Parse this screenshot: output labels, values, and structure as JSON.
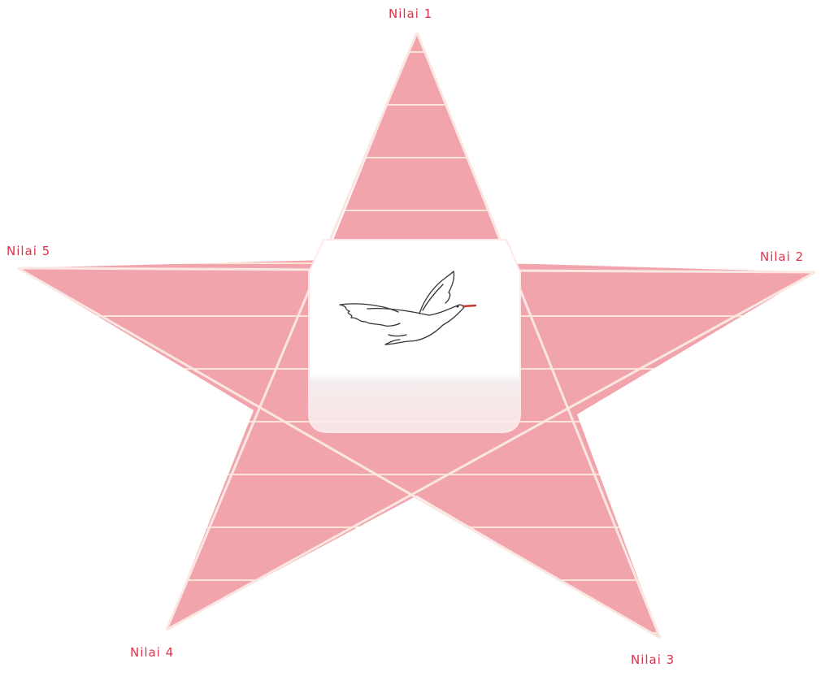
{
  "labels": {
    "v1": "Nilai 1",
    "v2": "Nilai 2",
    "v3": "Nilai 3",
    "v4": "Nilai 4",
    "v5": "Nilai 5"
  },
  "colors": {
    "star_fill": "#f2a4ad",
    "stripe": "#fbe3d6",
    "outline": "#fbe7e2",
    "label": "#e0324a",
    "panel": "#ffffff",
    "bird_stroke": "#333333",
    "beak": "#c0392b"
  },
  "icons": {
    "center_emblem": "flying-bird-icon"
  }
}
